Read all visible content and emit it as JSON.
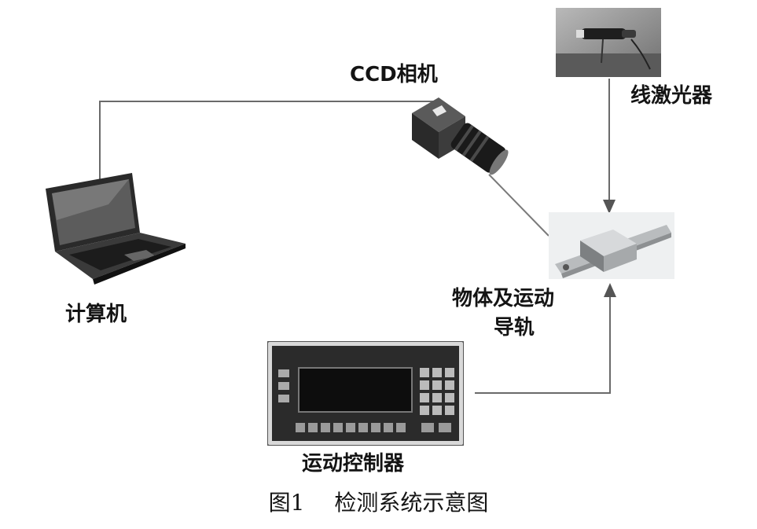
{
  "labels": {
    "computer": "计算机",
    "ccd_camera": "CCD相机",
    "line_laser": "线激光器",
    "object_rail_line1": "物体及运动",
    "object_rail_line2": "导轨",
    "motion_controller": "运动控制器"
  },
  "caption": {
    "number": "图1",
    "title": "检测系统示意图"
  }
}
